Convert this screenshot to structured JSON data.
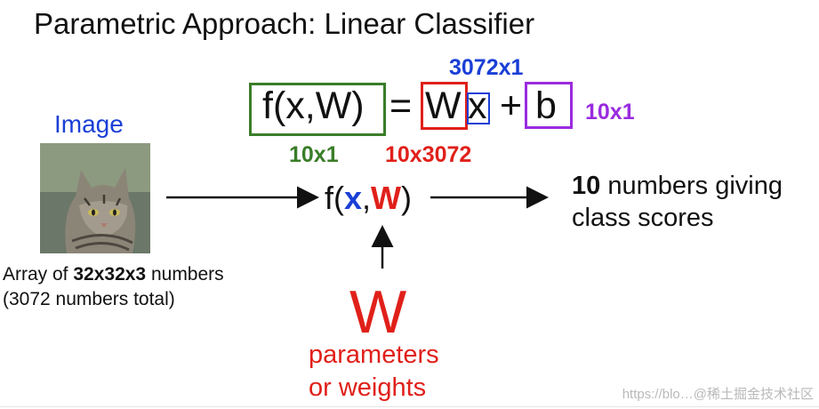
{
  "slide": {
    "title": "Parametric Approach: Linear Classifier"
  },
  "equation": {
    "lhs": "f(x,W)",
    "equals": "=",
    "w": "W",
    "x": "x",
    "plus": "+",
    "b": "b"
  },
  "dims": {
    "x_dim": "3072x1",
    "f_dim": "10x1",
    "w_dim": "10x3072",
    "b_dim": "10x1"
  },
  "colors": {
    "f_box": "#3a7d28",
    "w_box": "#e0201a",
    "x_box": "#1a3fd6",
    "b_box": "#9a2be0"
  },
  "image": {
    "label": "Image",
    "caption_line1_prefix": "Array of ",
    "caption_line1_bold": "32x32x3",
    "caption_line1_suffix": " numbers",
    "caption_line2": "(3072 numbers total)"
  },
  "center": {
    "f_open": "f(",
    "x": "x",
    "comma": ",",
    "w": "W",
    "close": ")"
  },
  "output": {
    "bold": "10",
    "line1_rest": " numbers giving",
    "line2": "class scores"
  },
  "params": {
    "big_w": "W",
    "line1": "parameters",
    "line2": "or weights"
  },
  "watermark": "https://blo…@稀土掘金技术社区"
}
